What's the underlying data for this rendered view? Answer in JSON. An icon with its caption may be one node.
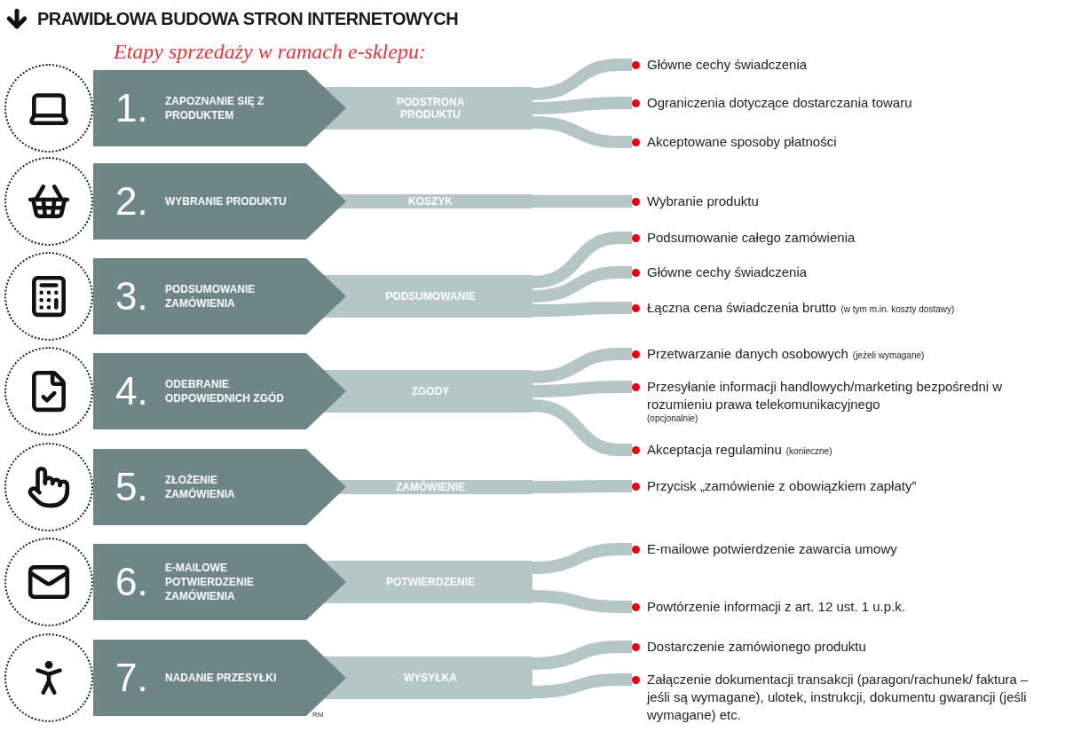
{
  "diagram": {
    "title": "PRAWIDŁOWA BUDOWA STRON INTERNETOWYCH",
    "nodes": [
      {
        "text": [
          "1.",
          "ZAPOZNANIE SIĘ Z PRODUKTEM"
        ]
      },
      {
        "text": [
          "PODSTRONA PRODUKTU"
        ]
      },
      {
        "text": [
          "Główne cechy świadczenia"
        ]
      },
      {
        "text": [
          "Ograniczenia dotyczące dostarczania towaru"
        ]
      },
      {
        "text": [
          "Akceptowane sposoby płatności"
        ]
      },
      {
        "text": [
          "2.",
          "WYBRANIE PRODUKTU"
        ]
      },
      {
        "text": [
          "KOSZYK"
        ]
      },
      {
        "text": [
          "Wybranie produktu"
        ]
      },
      {
        "text": [
          "3.",
          "PODSUMOWANIE ZAMÓWIENIA"
        ]
      },
      {
        "text": [
          "PODSUMOWANIE"
        ]
      },
      {
        "text": [
          "Podsumowanie całego zamówienia"
        ]
      },
      {
        "text": [
          "Główne cechy świadczenia"
        ]
      },
      {
        "text": [
          "Łączna cena świadczenia brutto",
          "(w tym m.in. koszty dostawy)"
        ]
      },
      {
        "text": [
          "4.",
          "ODEBRANIE ODPOWIEDNICH ZGÓD"
        ]
      },
      {
        "text": [
          "ZGODY"
        ]
      },
      {
        "text": [
          "Przetwarzanie danych osobowych",
          "(jeżeli wymagane)"
        ]
      },
      {
        "text": [
          "Przesyłanie informacji handlowych/marketing bezpośredni w rozumieniu prawa telekomunikacyjnego",
          "(opcjonalnie)"
        ]
      },
      {
        "text": [
          "Akceptacja regulaminu",
          "(konieczne)"
        ]
      },
      {
        "text": [
          "5.",
          "ZŁOŻENIE ZAMÓWIENIA"
        ]
      },
      {
        "text": [
          "ZAMÓWIENIE"
        ]
      },
      {
        "text": [
          "Przycisk „zamówienie z obowiązkiem zapłaty”"
        ]
      },
      {
        "text": [
          "6.",
          "E-MAILOWE POTWIERDZENIE ZAMÓWIENIA"
        ]
      },
      {
        "text": [
          "POTWIERDZENIE"
        ]
      },
      {
        "text": [
          "E-mailowe potwierdzenie zawarcia umowy"
        ]
      },
      {
        "text": [
          "Powtórzenie informacji z art. 12 ust. 1 u.p.k."
        ]
      },
      {
        "text": [
          "7.",
          "NADANIE PRZESYŁKI"
        ]
      },
      {
        "text": [
          "WYSYŁKA"
        ]
      },
      {
        "text": [
          "Dostarczenie zamówionego produktu"
        ]
      },
      {
        "text": [
          "Załączenie dokumentacji transakcji (paragon/rachunek/ faktura – jeśli są wymagane), ulotek, instrukcji, dokumentu gwarancji (jeśli wymagane) etc."
        ]
      }
    ],
    "edges": [
      {
        "from": 1,
        "to": 2,
        "arrow": "none"
      },
      {
        "from": 1,
        "to": 3,
        "arrow": "none"
      },
      {
        "from": 1,
        "to": 4,
        "arrow": "none"
      },
      {
        "from": 6,
        "to": 7,
        "arrow": "none"
      },
      {
        "from": 9,
        "to": 10,
        "arrow": "none"
      },
      {
        "from": 9,
        "to": 11,
        "arrow": "none"
      },
      {
        "from": 9,
        "to": 12,
        "arrow": "none"
      },
      {
        "from": 14,
        "to": 15,
        "arrow": "none"
      },
      {
        "from": 14,
        "to": 16,
        "arrow": "none"
      },
      {
        "from": 14,
        "to": 17,
        "arrow": "none"
      },
      {
        "from": 19,
        "to": 20,
        "arrow": "none"
      },
      {
        "from": 22,
        "to": 23,
        "arrow": "none"
      },
      {
        "from": 22,
        "to": 24,
        "arrow": "none"
      },
      {
        "from": 26,
        "to": 27,
        "arrow": "none"
      },
      {
        "from": 26,
        "to": 28,
        "arrow": "none"
      }
    ],
    "labels": [
      "Etapy sprzedaży w ramach e-sklepu:",
      "RM"
    ]
  }
}
